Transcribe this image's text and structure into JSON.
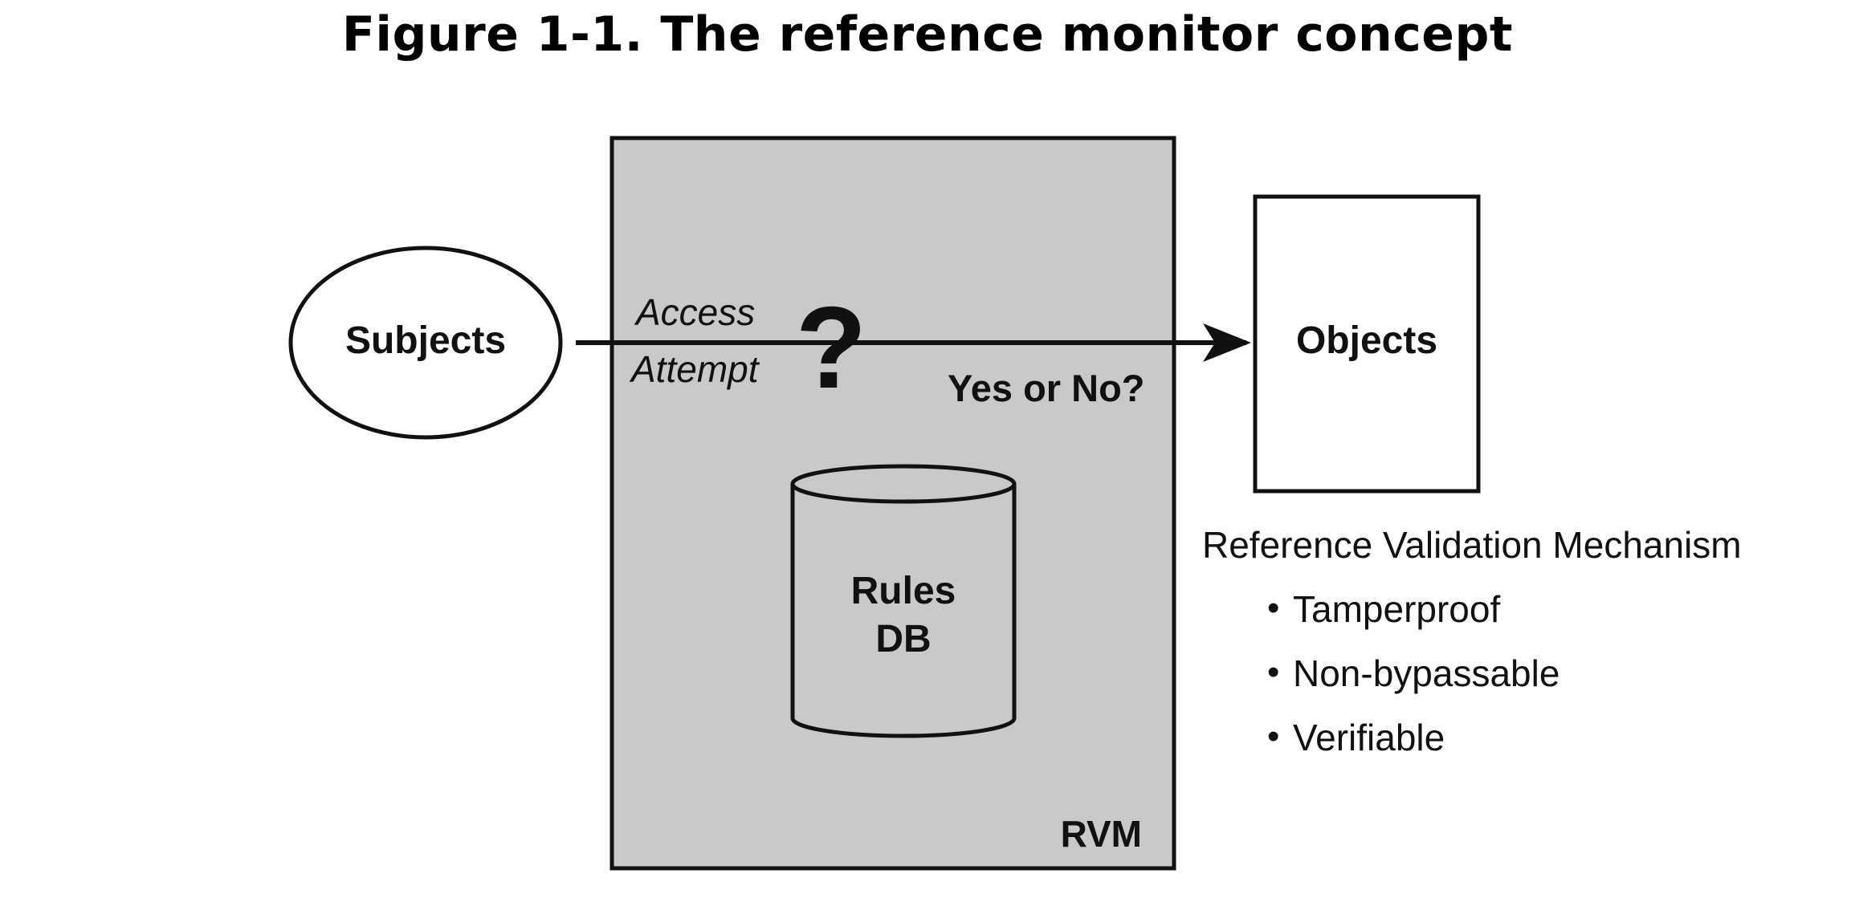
{
  "title": "Figure 1-1. The reference monitor concept",
  "subjects": {
    "label": "Subjects"
  },
  "access_attempt": {
    "line1": "Access",
    "line2": "Attempt"
  },
  "question_mark": "?",
  "decision": {
    "label": "Yes or No?"
  },
  "objects": {
    "label": "Objects"
  },
  "rules_db": {
    "line1": "Rules",
    "line2": "DB"
  },
  "rvm": {
    "label": "RVM"
  },
  "mechanism": {
    "heading": "Reference Validation Mechanism",
    "bullet_glyph": "•",
    "properties": [
      "Tamperproof",
      "Non-bypassable",
      "Verifiable"
    ]
  },
  "colors": {
    "rvm_fill": "#c9c9c9",
    "stroke": "#111111",
    "background": "#ffffff"
  }
}
